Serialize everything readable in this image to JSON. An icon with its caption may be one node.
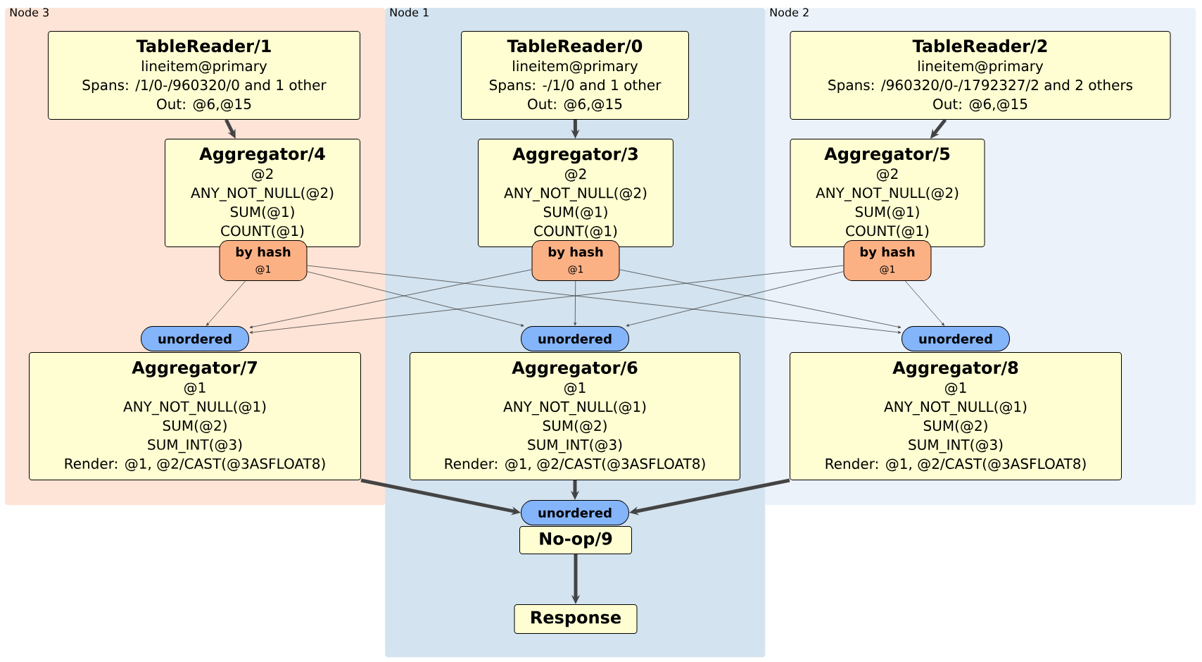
{
  "diagram": {
    "nodes": [
      {
        "text": [
          "Node 3"
        ]
      },
      {
        "text": [
          "TableReader/1",
          "lineitem@primary",
          "Spans: /1/0-/960320/0 and 1 other",
          "Out: @6,@15"
        ],
        "in": 0
      },
      {
        "text": [
          "Aggregator/4",
          "@2",
          "ANY_NOT_NULL(@2)",
          "SUM(@1)",
          "COUNT(@1)"
        ],
        "in": 0
      },
      {
        "text": [
          "by hash",
          "@1"
        ],
        "in": 0
      },
      {
        "text": [
          "unordered"
        ],
        "in": 0
      },
      {
        "text": [
          "Aggregator/7",
          "@1",
          "ANY_NOT_NULL(@1)",
          "SUM(@2)",
          "SUM_INT(@3)",
          "Render: @1, @2/CAST(@3ASFLOAT8)"
        ],
        "in": 0
      },
      {
        "text": [
          "Node 1"
        ]
      },
      {
        "text": [
          "TableReader/0",
          "lineitem@primary",
          "Spans: -/1/0 and 1 other",
          "Out: @6,@15"
        ],
        "in": 6
      },
      {
        "text": [
          "Aggregator/3",
          "@2",
          "ANY_NOT_NULL(@2)",
          "SUM(@1)",
          "COUNT(@1)"
        ],
        "in": 6
      },
      {
        "text": [
          "by hash",
          "@1"
        ],
        "in": 6
      },
      {
        "text": [
          "unordered"
        ],
        "in": 6
      },
      {
        "text": [
          "Aggregator/6",
          "@1",
          "ANY_NOT_NULL(@1)",
          "SUM(@2)",
          "SUM_INT(@3)",
          "Render: @1, @2/CAST(@3ASFLOAT8)"
        ],
        "in": 6
      },
      {
        "text": [
          "unordered"
        ],
        "in": 6
      },
      {
        "text": [
          "No-op/9"
        ],
        "in": 6
      },
      {
        "text": [
          "Response"
        ],
        "in": 6
      },
      {
        "text": [
          "Node 2"
        ]
      },
      {
        "text": [
          "TableReader/2",
          "lineitem@primary",
          "Spans: /960320/0-/1792327/2 and 2 others",
          "Out: @6,@15"
        ],
        "in": 15
      },
      {
        "text": [
          "Aggregator/5",
          "@2",
          "ANY_NOT_NULL(@2)",
          "SUM(@1)",
          "COUNT(@1)"
        ],
        "in": 15
      },
      {
        "text": [
          "by hash",
          "@1"
        ],
        "in": 15
      },
      {
        "text": [
          "unordered"
        ],
        "in": 15
      },
      {
        "text": [
          "Aggregator/8",
          "@1",
          "ANY_NOT_NULL(@1)",
          "SUM(@2)",
          "SUM_INT(@3)",
          "Render: @1, @2/CAST(@3ASFLOAT8)"
        ],
        "in": 15
      }
    ],
    "edges": [
      {
        "from": 1,
        "to": 2,
        "arrow": "to",
        "style": "thick"
      },
      {
        "from": 7,
        "to": 8,
        "arrow": "to",
        "style": "thick"
      },
      {
        "from": 16,
        "to": 17,
        "arrow": "to",
        "style": "thick"
      },
      {
        "from": 5,
        "to": 12,
        "arrow": "to",
        "style": "thick"
      },
      {
        "from": 11,
        "to": 12,
        "arrow": "to",
        "style": "thick"
      },
      {
        "from": 20,
        "to": 12,
        "arrow": "to",
        "style": "thick"
      },
      {
        "from": 13,
        "to": 14,
        "arrow": "to",
        "style": "thick"
      },
      {
        "from": 3,
        "to": 4,
        "arrow": "to"
      },
      {
        "from": 3,
        "to": 10,
        "arrow": "to"
      },
      {
        "from": 3,
        "to": 19,
        "arrow": "to"
      },
      {
        "from": 9,
        "to": 4,
        "arrow": "to"
      },
      {
        "from": 9,
        "to": 10,
        "arrow": "to"
      },
      {
        "from": 9,
        "to": 19,
        "arrow": "to"
      },
      {
        "from": 18,
        "to": 4,
        "arrow": "to"
      },
      {
        "from": 18,
        "to": 10,
        "arrow": "to"
      },
      {
        "from": 18,
        "to": 19,
        "arrow": "to"
      }
    ]
  }
}
